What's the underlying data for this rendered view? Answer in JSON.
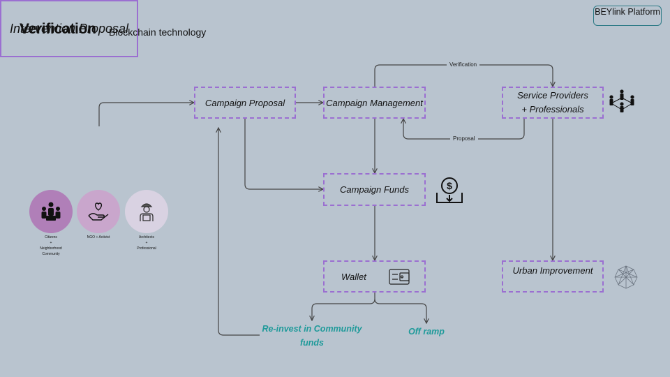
{
  "header": {
    "title": "Verification",
    "subtitle": "Blockchain technology",
    "badge": "BEYlink Platform"
  },
  "nodes": {
    "intervention": "Intervention Proposal",
    "campaign_proposal": "Campaign Proposal",
    "campaign_management": "Campaign Management",
    "service_providers_line1": "Service Providers",
    "service_providers_line2": "+ Professionals",
    "campaign_funds": "Campaign Funds",
    "wallet": "Wallet",
    "urban_improvement": "Urban Improvement"
  },
  "edge_labels": {
    "verification": "Verification",
    "proposal": "Proposal"
  },
  "outcomes": {
    "reinvest": "Re-invest in Community funds",
    "off_ramp": "Off ramp"
  },
  "stakeholders": [
    {
      "icon": "community-icon",
      "caption_lines": [
        "Citizens",
        "+",
        "Neighborhood",
        "Community"
      ],
      "color": "#b07fb8"
    },
    {
      "icon": "heart-hand-icon",
      "caption_lines": [
        "NGO + Activist"
      ],
      "color": "#c9a6cc"
    },
    {
      "icon": "architect-icon",
      "caption_lines": [
        "Architects",
        "+",
        "Professional"
      ],
      "color": "#d9d2e2"
    }
  ],
  "colors": {
    "background": "#b9c4cf",
    "dashed_border": "#9b6fd1",
    "accent_teal": "#1f9a9a"
  }
}
